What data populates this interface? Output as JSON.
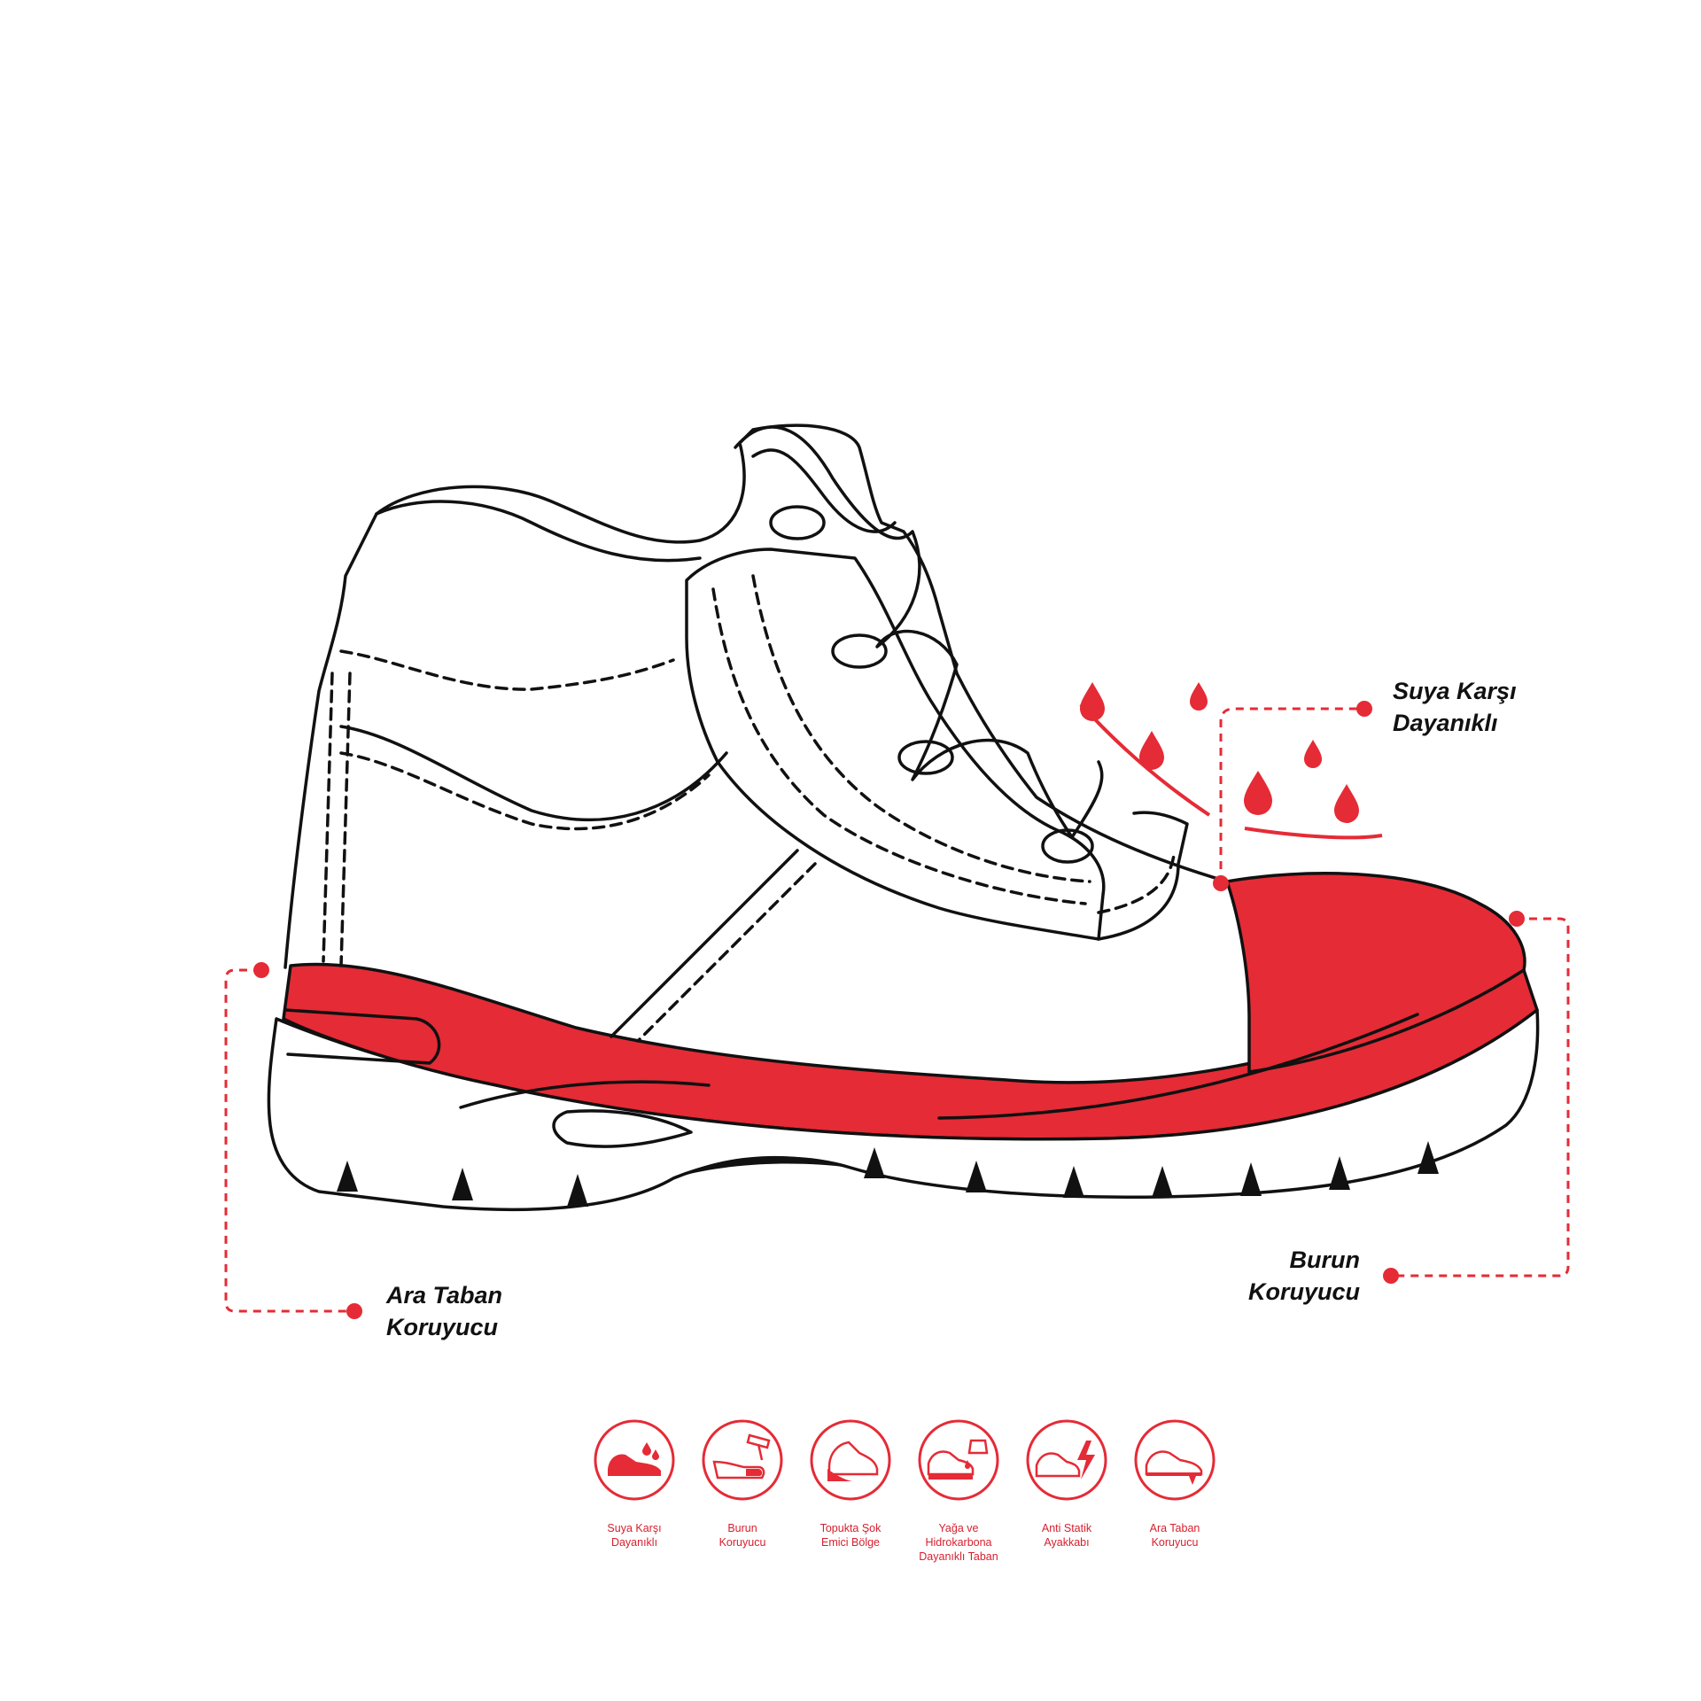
{
  "colors": {
    "accent": "#e52b36",
    "ink": "#111111",
    "background": "#ffffff"
  },
  "callouts": {
    "water": {
      "line1": "Suya Karşı",
      "line2": "Dayanıklı"
    },
    "toe": {
      "line1": "Burun",
      "line2": "Koruyucu"
    },
    "midsole": {
      "line1": "Ara Taban",
      "line2": "Koruyucu"
    }
  },
  "features": [
    {
      "icon": "water-resistant-shoe-icon",
      "line1": "Suya Karşı",
      "line2": "Dayanıklı",
      "line3": ""
    },
    {
      "icon": "toe-cap-hammer-icon",
      "line1": "Burun",
      "line2": "Koruyucu",
      "line3": ""
    },
    {
      "icon": "heel-shock-absorb-icon",
      "line1": "Topukta Şok",
      "line2": "Emici Bölge",
      "line3": ""
    },
    {
      "icon": "oil-resistant-sole-icon",
      "line1": "Yağa ve",
      "line2": "Hidrokarbona",
      "line3": "Dayanıklı Taban"
    },
    {
      "icon": "antistatic-shoe-icon",
      "line1": "Anti Statik",
      "line2": "Ayakkabı",
      "line3": ""
    },
    {
      "icon": "midsole-protection-icon",
      "line1": "Ara Taban",
      "line2": "Koruyucu",
      "line3": ""
    }
  ]
}
